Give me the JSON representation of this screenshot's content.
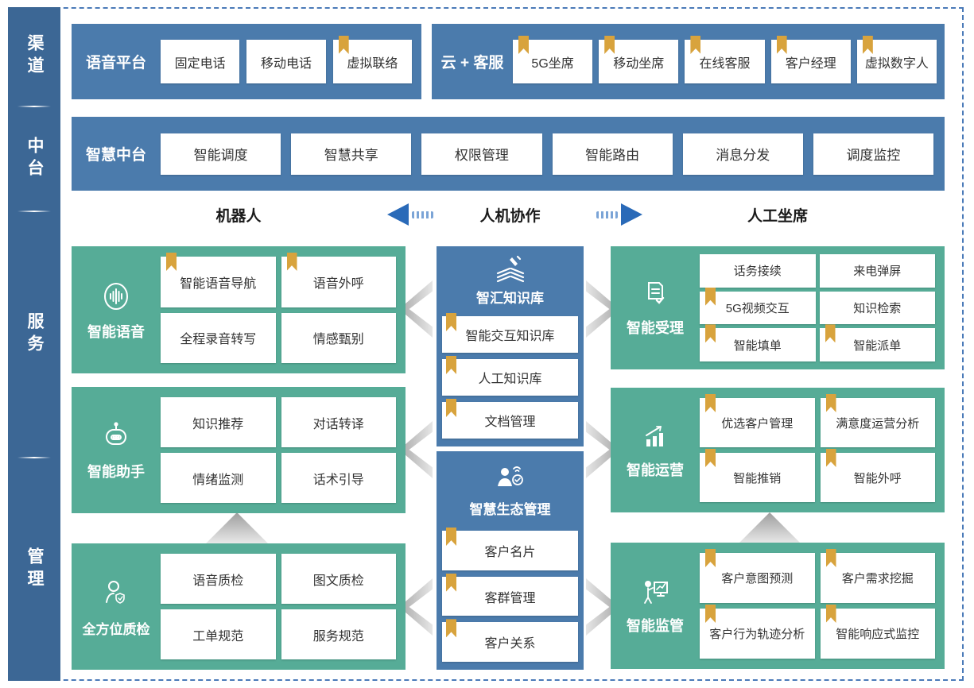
{
  "sidebar": {
    "items": [
      {
        "label": "渠道"
      },
      {
        "label": "中台"
      },
      {
        "label": "服务"
      },
      {
        "label": "管理"
      }
    ]
  },
  "rows": {
    "voice_platform": {
      "title": "语音平台",
      "cards": [
        {
          "label": "固定电话",
          "bookmark": false
        },
        {
          "label": "移动电话",
          "bookmark": false
        },
        {
          "label": "虚拟联络",
          "bookmark": true
        }
      ]
    },
    "cloud_service": {
      "title": "云 + 客服",
      "cards": [
        {
          "label": "5G坐席",
          "bookmark": true
        },
        {
          "label": "移动坐席",
          "bookmark": true
        },
        {
          "label": "在线客服",
          "bookmark": true
        },
        {
          "label": "客户经理",
          "bookmark": true
        },
        {
          "label": "虚拟数字人",
          "bookmark": true
        }
      ]
    },
    "smart_middle": {
      "title": "智慧中台",
      "cards": [
        {
          "label": "智能调度"
        },
        {
          "label": "智慧共享"
        },
        {
          "label": "权限管理"
        },
        {
          "label": "智能路由"
        },
        {
          "label": "消息分发"
        },
        {
          "label": "调度监控"
        }
      ]
    }
  },
  "collab": {
    "left": "机器人",
    "center": "人机协作",
    "right": "人工坐席"
  },
  "left_col": [
    {
      "title": "智能语音",
      "icon": "voice-wave-icon",
      "cards": [
        {
          "label": "智能语音导航",
          "bookmark": true
        },
        {
          "label": "语音外呼",
          "bookmark": true
        },
        {
          "label": "全程录音转写",
          "bookmark": false
        },
        {
          "label": "情感甄别",
          "bookmark": false
        }
      ]
    },
    {
      "title": "智能助手",
      "icon": "robot-icon",
      "cards": [
        {
          "label": "知识推荐",
          "bookmark": false
        },
        {
          "label": "对话转译",
          "bookmark": false
        },
        {
          "label": "情绪监测",
          "bookmark": false
        },
        {
          "label": "话术引导",
          "bookmark": false
        }
      ]
    },
    {
      "title": "全方位质检",
      "icon": "inspector-person-icon",
      "cards": [
        {
          "label": "语音质检",
          "bookmark": false
        },
        {
          "label": "图文质检",
          "bookmark": false
        },
        {
          "label": "工单规范",
          "bookmark": false
        },
        {
          "label": "服务规范",
          "bookmark": false
        }
      ]
    }
  ],
  "center_col": [
    {
      "title": "智汇知识库",
      "icon": "knowledge-book-icon",
      "cards": [
        {
          "label": "智能交互知识库",
          "bookmark": true
        },
        {
          "label": "人工知识库",
          "bookmark": true
        },
        {
          "label": "文档管理",
          "bookmark": true
        }
      ]
    },
    {
      "title": "智慧生态管理",
      "icon": "ecosystem-person-icon",
      "cards": [
        {
          "label": "客户名片",
          "bookmark": true
        },
        {
          "label": "客群管理",
          "bookmark": true
        },
        {
          "label": "客户关系",
          "bookmark": true
        }
      ]
    }
  ],
  "right_col": [
    {
      "title": "智能受理",
      "icon": "document-check-icon",
      "cards": [
        {
          "label": "话务接续",
          "bookmark": false
        },
        {
          "label": "来电弹屏",
          "bookmark": false
        },
        {
          "label": "5G视频交互",
          "bookmark": true
        },
        {
          "label": "知识检索",
          "bookmark": false
        },
        {
          "label": "智能填单",
          "bookmark": true
        },
        {
          "label": "智能派单",
          "bookmark": true
        }
      ]
    },
    {
      "title": "智能运营",
      "icon": "chart-growth-icon",
      "cards": [
        {
          "label": "优选客户管理",
          "bookmark": true
        },
        {
          "label": "满意度运营分析",
          "bookmark": true
        },
        {
          "label": "智能推销",
          "bookmark": true
        },
        {
          "label": "智能外呼",
          "bookmark": true
        }
      ]
    },
    {
      "title": "智能监管",
      "icon": "monitor-person-icon",
      "cards": [
        {
          "label": "客户意图预测",
          "bookmark": true
        },
        {
          "label": "客户需求挖掘",
          "bookmark": true
        },
        {
          "label": "客户行为轨迹分析",
          "bookmark": true
        },
        {
          "label": "智能响应式监控",
          "bookmark": true
        }
      ]
    }
  ],
  "colors": {
    "sidebar_blue": "#3c6795",
    "block_blue": "#4b7bac",
    "block_green": "#56ac97",
    "bookmark_gold": "#d8a33d",
    "arrow_blue": "#2a6ab8",
    "dashed_border": "#4a7ab8"
  }
}
